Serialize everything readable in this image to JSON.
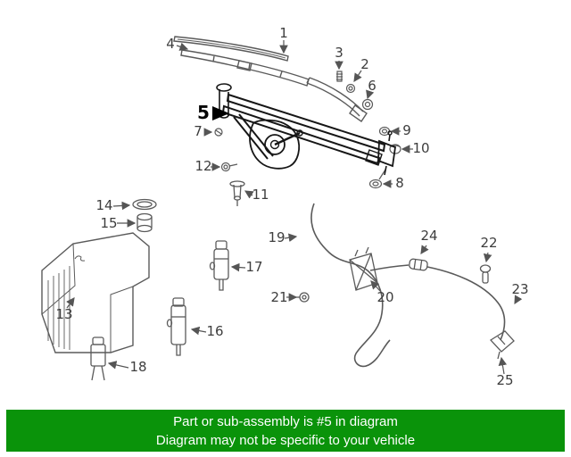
{
  "banner": {
    "line1": "Part or sub-assembly is #5 in diagram",
    "line2": "Diagram may not be specific to your vehicle",
    "bg": "#0a930a",
    "fg": "#ffffff"
  },
  "featured_callout": "5",
  "callouts": [
    {
      "label": "1"
    },
    {
      "label": "2"
    },
    {
      "label": "3"
    },
    {
      "label": "4"
    },
    {
      "label": "5"
    },
    {
      "label": "6"
    },
    {
      "label": "7"
    },
    {
      "label": "8"
    },
    {
      "label": "9"
    },
    {
      "label": "10"
    },
    {
      "label": "11"
    },
    {
      "label": "12"
    },
    {
      "label": "13"
    },
    {
      "label": "14"
    },
    {
      "label": "15"
    },
    {
      "label": "16"
    },
    {
      "label": "17"
    },
    {
      "label": "18"
    },
    {
      "label": "19"
    },
    {
      "label": "20"
    },
    {
      "label": "21"
    },
    {
      "label": "22"
    },
    {
      "label": "23"
    },
    {
      "label": "24"
    },
    {
      "label": "25"
    }
  ],
  "colors": {
    "diagram_line": "#5a5a5a",
    "featured_line": "#161616",
    "background": "#ffffff"
  }
}
